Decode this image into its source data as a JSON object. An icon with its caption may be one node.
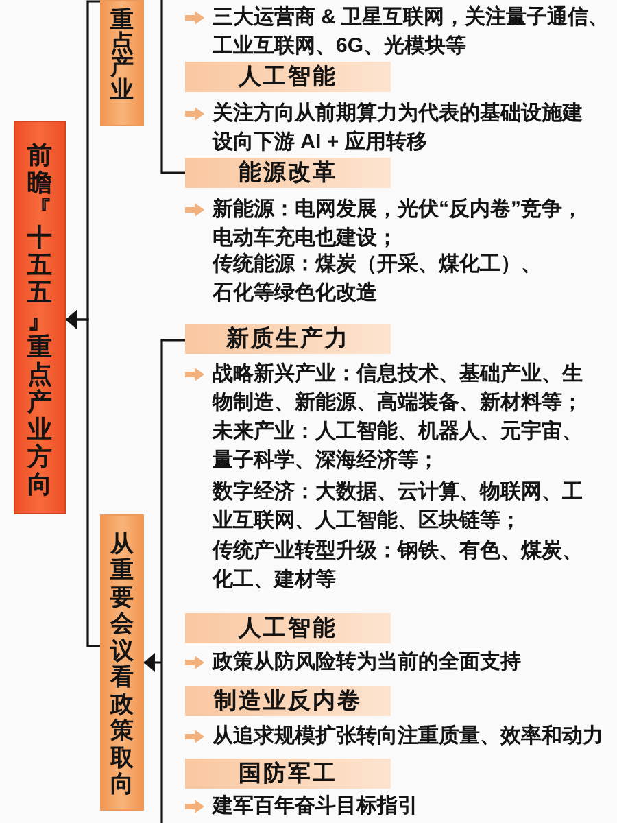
{
  "diagram": {
    "nodes": [
      {
        "text": [
          "前瞻『十五五』重点产业方向"
        ]
      },
      {
        "text": [
          "重点产业"
        ]
      },
      {
        "text": [
          "人工智能"
        ],
        "beside": [
          "关注方向从前期算力为代表的基础设施建设向下游 AI + 应用转移"
        ]
      },
      {
        "text": [
          "能源改革"
        ],
        "beside": [
          "新能源：电网发展，光伏“反内卷”竞争，电动车充电也建设；",
          "传统能源：煤炭（开采、煤化工）、石化等绿色化改造"
        ]
      },
      {
        "text": [
          "从重要会议看政策取向"
        ]
      },
      {
        "text": [
          "新质生产力"
        ],
        "beside": [
          "战略新兴产业：信息技术、基础产业、生物制造、新能源、高端装备、新材料等；",
          "未来产业：人工智能、机器人、元宇宙、量子科学、深海经济等；",
          "数字经济：大数据、云计算、物联网、工业互联网、人工智能、区块链等；",
          "传统产业转型升级：钢铁、有色、煤炭、化工、建材等"
        ]
      },
      {
        "text": [
          "人工智能"
        ],
        "beside": [
          "政策从防风险转为当前的全面支持"
        ]
      },
      {
        "text": [
          "制造业反内卷"
        ],
        "beside": [
          "从追求规模扩张转向注重质量、效率和动力"
        ]
      },
      {
        "text": [
          "国防军工"
        ],
        "beside": [
          "建军百年奋斗目标指引"
        ]
      }
    ],
    "edges": [
      {
        "from": 1,
        "to": 0,
        "arrow": "to"
      },
      {
        "from": 4,
        "to": 0,
        "arrow": "to"
      },
      {
        "from": null,
        "to": 3,
        "arrow": "none"
      },
      {
        "from": 5,
        "to": 4,
        "arrow": "to"
      }
    ],
    "labels": [
      "三大运营商 & 卫星互联网，关注量子通信、工业互联网、6G、光模块等"
    ]
  }
}
